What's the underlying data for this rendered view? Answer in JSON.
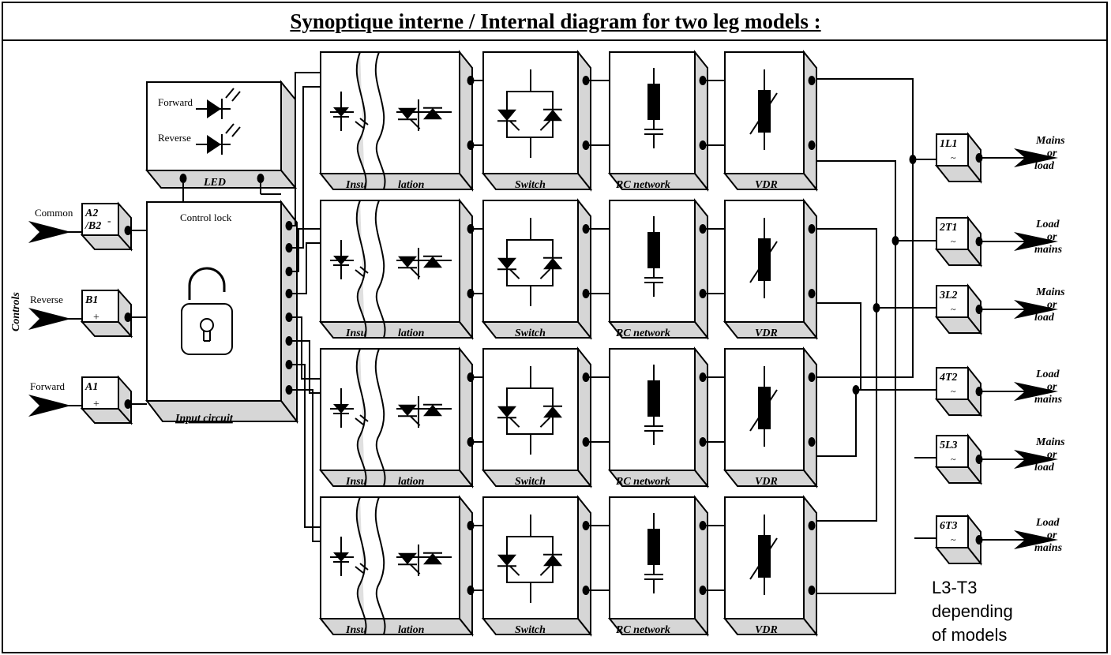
{
  "title": "Synoptique interne / Internal diagram  for  two leg models :",
  "controls_label": "Controls",
  "inputs": [
    {
      "name": "Common",
      "terminal": "A2\n/B2",
      "sign": "-"
    },
    {
      "name": "Reverse",
      "terminal": "B1",
      "sign": "+"
    },
    {
      "name": "Forward",
      "terminal": "A1",
      "sign": "+"
    }
  ],
  "led": {
    "label": "LED",
    "forward": "Forward",
    "reverse": "Reverse"
  },
  "input_circuit": {
    "label": "Input circuit",
    "lock_label": "Control lock"
  },
  "stage_labels": {
    "insulation_left": "Insu",
    "insulation_right": "lation",
    "switch": "Switch",
    "rc": "RC  network",
    "vdr": "VDR"
  },
  "outputs": [
    {
      "terminal": "1L1",
      "sign": "~",
      "text": [
        "Mains",
        "or",
        "load"
      ]
    },
    {
      "terminal": "2T1",
      "sign": "~",
      "text": [
        "Load",
        "or",
        "mains"
      ]
    },
    {
      "terminal": "3L2",
      "sign": "~",
      "text": [
        "Mains",
        "or",
        "load"
      ]
    },
    {
      "terminal": "4T2",
      "sign": "~",
      "text": [
        "Load",
        "or",
        "mains"
      ]
    },
    {
      "terminal": "5L3",
      "sign": "~",
      "text": [
        "Mains",
        "or",
        "load"
      ]
    },
    {
      "terminal": "6T3",
      "sign": "~",
      "text": [
        "Load",
        "or",
        "mains"
      ]
    }
  ],
  "note": [
    "L3-T3",
    "depending",
    "of models"
  ]
}
